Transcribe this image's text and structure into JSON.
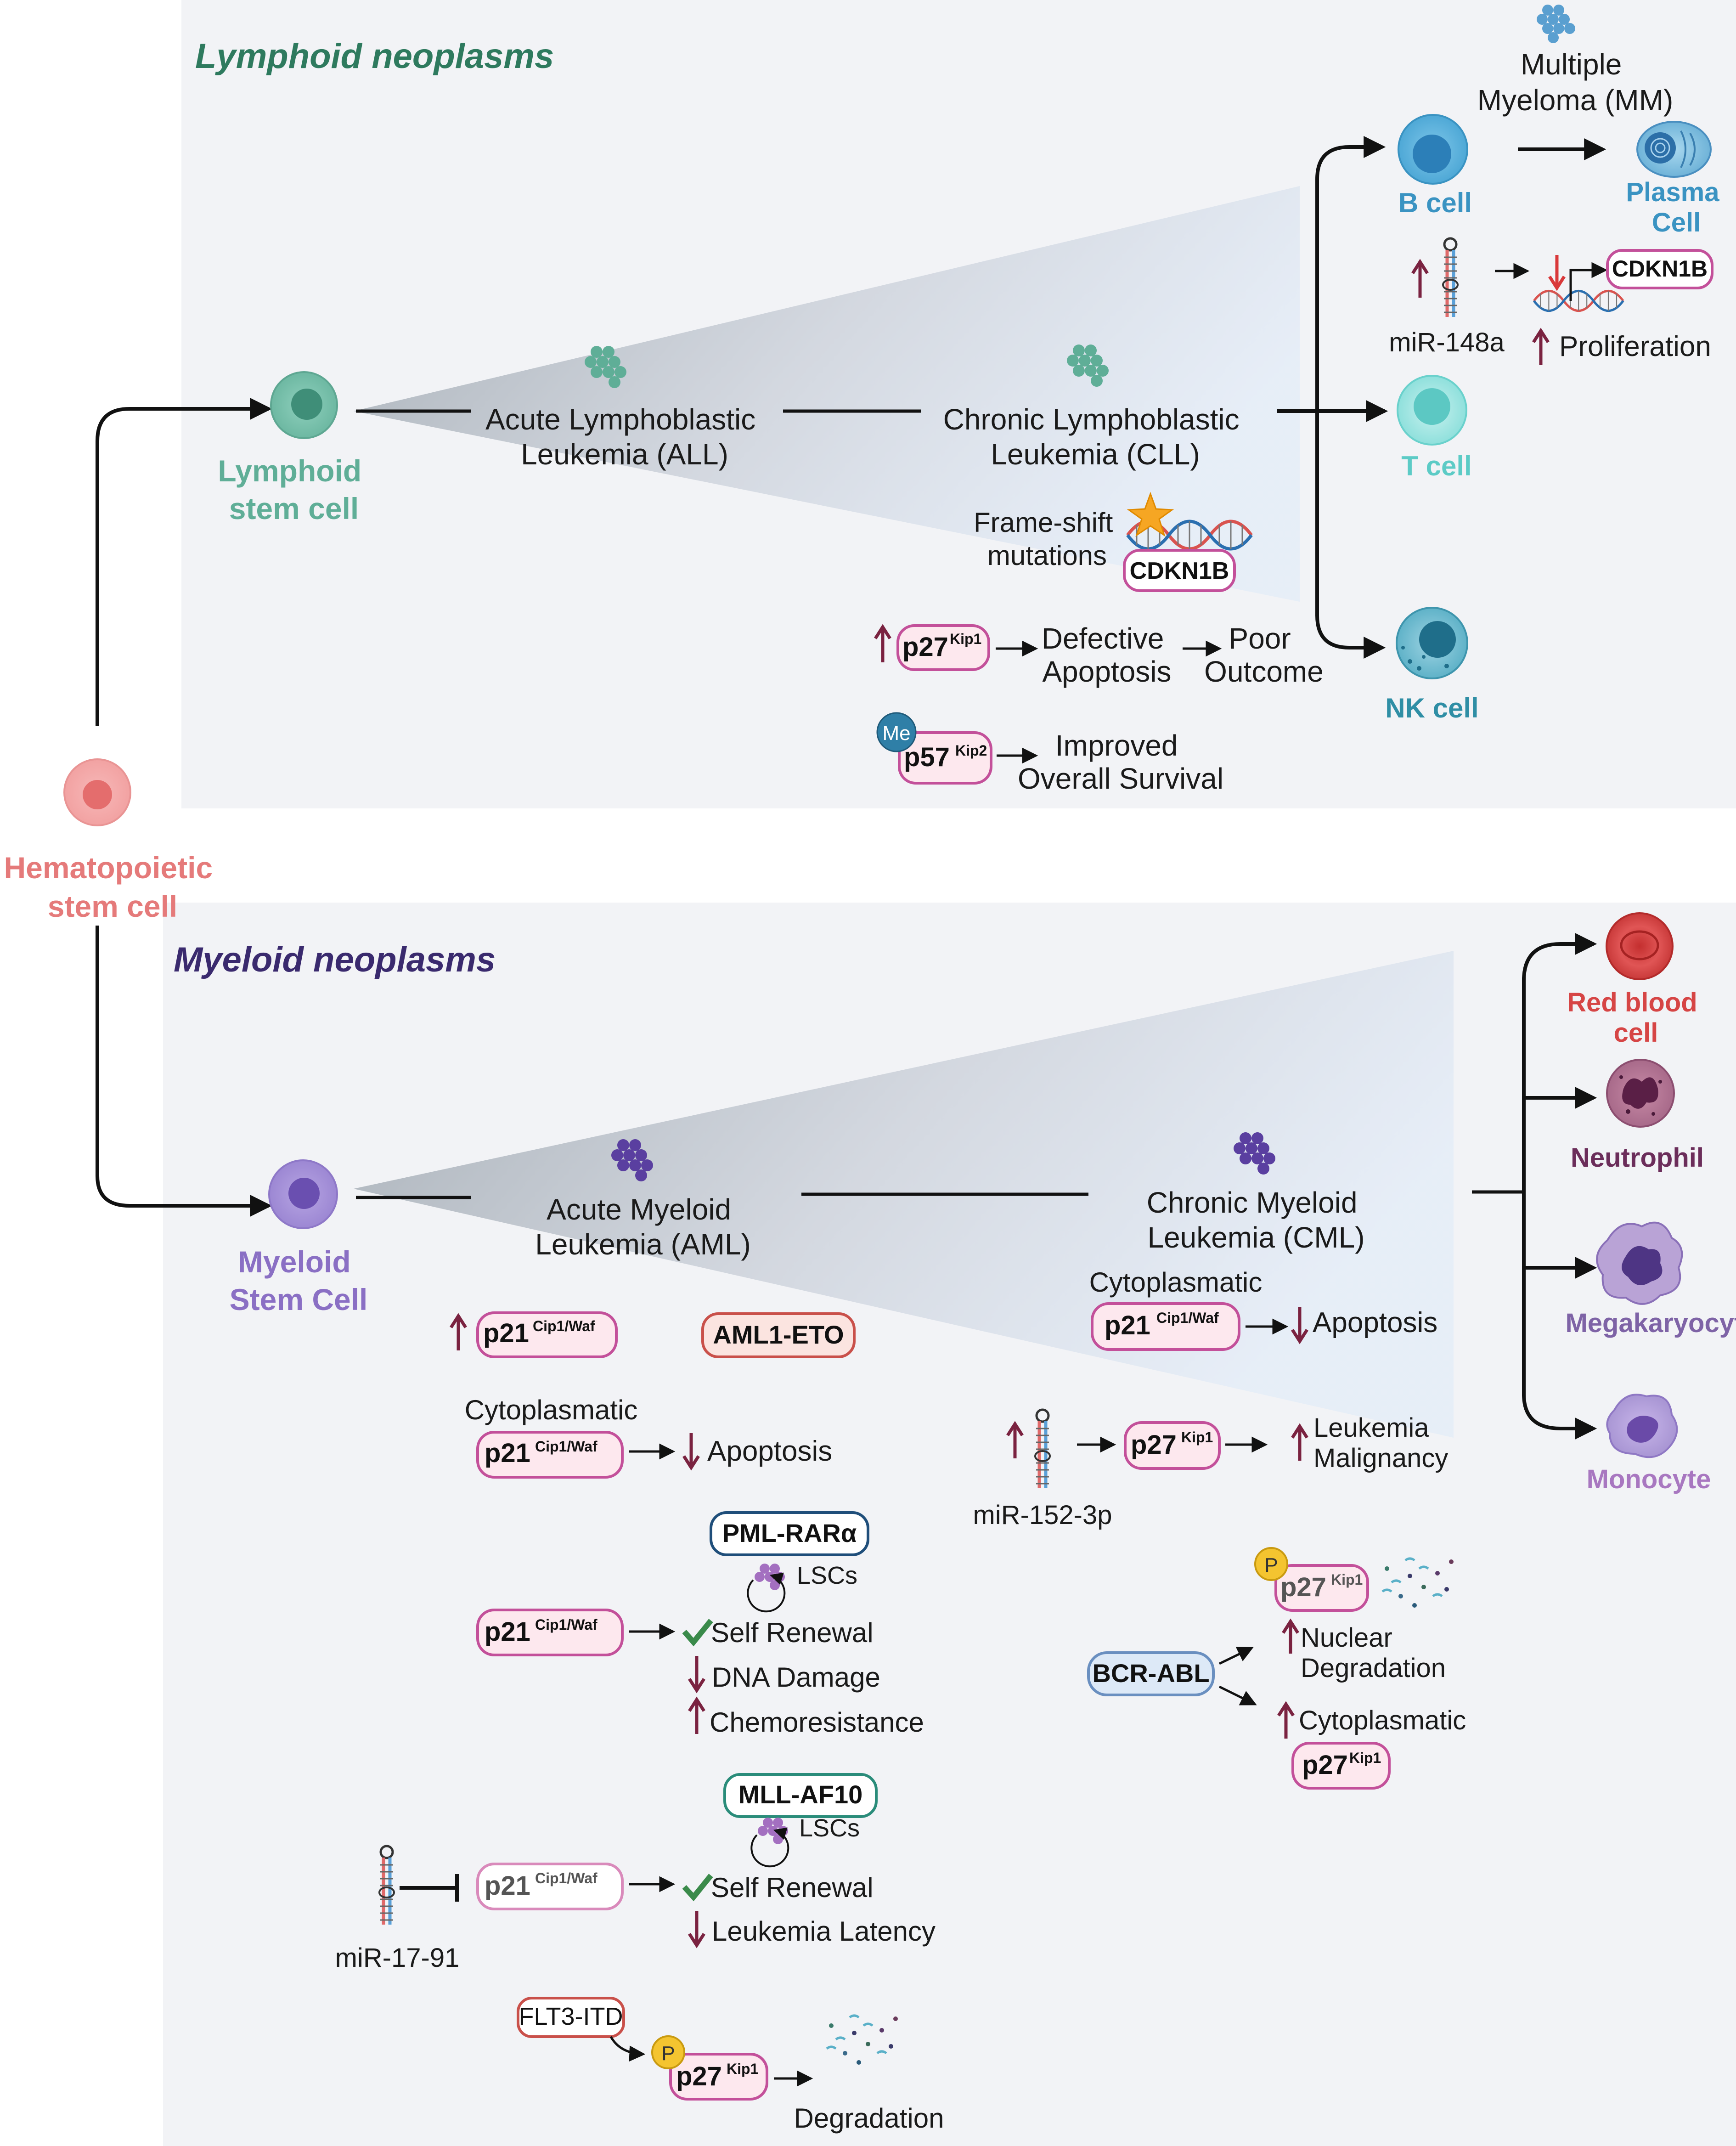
{
  "sections": {
    "lymphoid_title": "Lymphoid neoplasms",
    "myeloid_title": "Myeloid neoplasms"
  },
  "cells": {
    "hsc": [
      "Hematopoietic",
      "stem cell"
    ],
    "lymphoid_stem": [
      "Lymphoid",
      "stem cell"
    ],
    "myeloid_stem": [
      "Myeloid",
      "Stem Cell"
    ],
    "b_cell": "B cell",
    "t_cell": "T cell",
    "nk_cell": "NK cell",
    "plasma_cell": [
      "Plasma",
      "Cell"
    ],
    "red_blood_cell": [
      "Red blood",
      "cell"
    ],
    "neutrophil": "Neutrophil",
    "megakaryocyte": "Megakaryocyte",
    "monocyte": "Monocyte"
  },
  "lymphoid": {
    "mm": [
      "Multiple",
      "Myeloma (MM)"
    ],
    "all": [
      "Acute Lymphoblastic",
      "Leukemia (ALL)"
    ],
    "cll": [
      "Chronic Lymphoblastic",
      "Leukemia (CLL)"
    ],
    "frameshift": [
      "Frame-shift",
      "mutations"
    ],
    "cdkn1b": "CDKN1B",
    "mir148a": "miR-148a",
    "cdkn1b_b": "CDKN1B",
    "proliferation": "Proliferation",
    "p27_main": "p27",
    "p27_sup": "Kip1",
    "defective": [
      "Defective",
      "Apoptosis"
    ],
    "poor": [
      "Poor",
      "Outcome"
    ],
    "me": "Me",
    "p57_main": "p57",
    "p57_sup": "Kip2",
    "improved": [
      "Improved",
      "Overall Survival"
    ]
  },
  "myeloid": {
    "aml": [
      "Acute Myeloid",
      "Leukemia (AML)"
    ],
    "cml": [
      "Chronic Myeloid",
      "Leukemia (CML)"
    ],
    "p21_main": "p21",
    "p21_sup": "Cip1/Waf",
    "p27_main": "p27",
    "p27_sup": "Kip1",
    "aml1eto": "AML1-ETO",
    "cytoplasmatic": "Cytoplasmatic",
    "apoptosis": "Apoptosis",
    "pml": "PML-RARα",
    "lscs": "LSCs",
    "self_renewal": "Self Renewal",
    "dna_damage": "DNA Damage",
    "chemoresistance": "Chemoresistance",
    "mll": "MLL-AF10",
    "leukemia_latency": "Leukemia Latency",
    "mir1791": "miR-17-91",
    "flt3": "FLT3-ITD",
    "p_label": "P",
    "degradation": "Degradation",
    "mir152": "miR-152-3p",
    "leukemia_malignancy": [
      "Leukemia",
      "Malignancy"
    ],
    "bcr_abl": "BCR-ABL",
    "nuclear_degradation": [
      "Nuclear",
      "Degradation"
    ]
  },
  "colors": {
    "panel_bg": "#f2f3f6",
    "lymphoid_green": "#5fae97",
    "myeloid_purple": "#8a6fc4",
    "hsc_pink": "#e58585",
    "b_cell_blue": "#3a93c2",
    "t_cell_teal": "#5ccbc6",
    "nk_teal": "#2f8ea5",
    "rbc_red": "#d64545",
    "neutrophil_plum": "#6b2d5a",
    "mega_purple": "#7e63a6",
    "monocyte_lilac": "#a877c0",
    "arrow_maroon": "#7a2240",
    "check_green": "#3a8a4a",
    "box_pink": "#c3509a"
  },
  "icons": [
    "cell-cluster-icon",
    "dna-icon",
    "mirna-hairpin-icon",
    "mutation-star-icon",
    "degradation-fragments-icon",
    "self-renewal-loop-icon",
    "checkmark-icon"
  ]
}
